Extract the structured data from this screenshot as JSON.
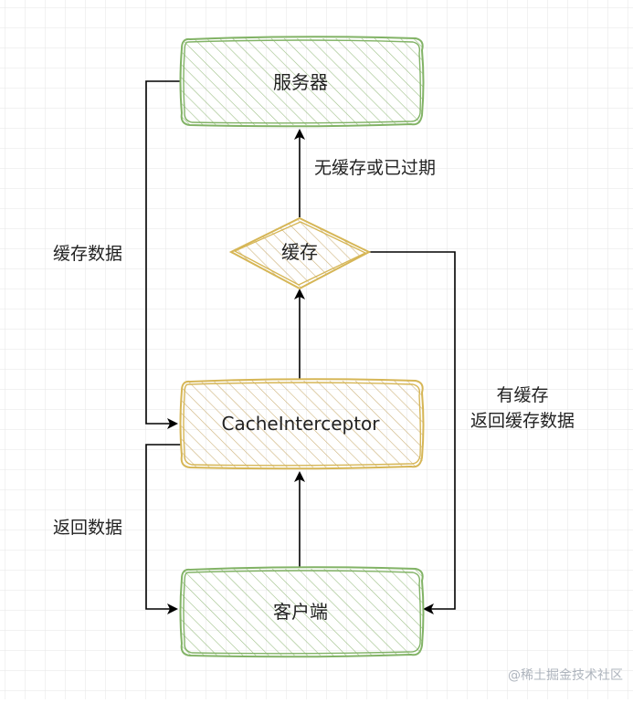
{
  "colors": {
    "grid": "#e6e6e6",
    "edge": "#000000",
    "node_green_stroke": "#82b366",
    "node_green_fill": "#d5e8d4",
    "node_gold_stroke": "#d6b656",
    "node_gold_fill": "#fff2cc",
    "text": "#222222",
    "watermark": "#aeb4bd"
  },
  "nodes": {
    "server": {
      "label": "服务器"
    },
    "cache": {
      "label": "缓存"
    },
    "interceptor": {
      "label": "CacheInterceptor"
    },
    "client": {
      "label": "客户端"
    }
  },
  "edges": {
    "cache_to_server": {
      "label": "无缓存或已过期"
    },
    "server_to_interceptor": {
      "label": "缓存数据"
    },
    "cache_to_client": {
      "label_line1": "有缓存",
      "label_line2": "返回缓存数据"
    },
    "interceptor_to_client": {
      "label": "返回数据"
    }
  },
  "watermark": {
    "text": "@稀土掘金技术社区"
  }
}
